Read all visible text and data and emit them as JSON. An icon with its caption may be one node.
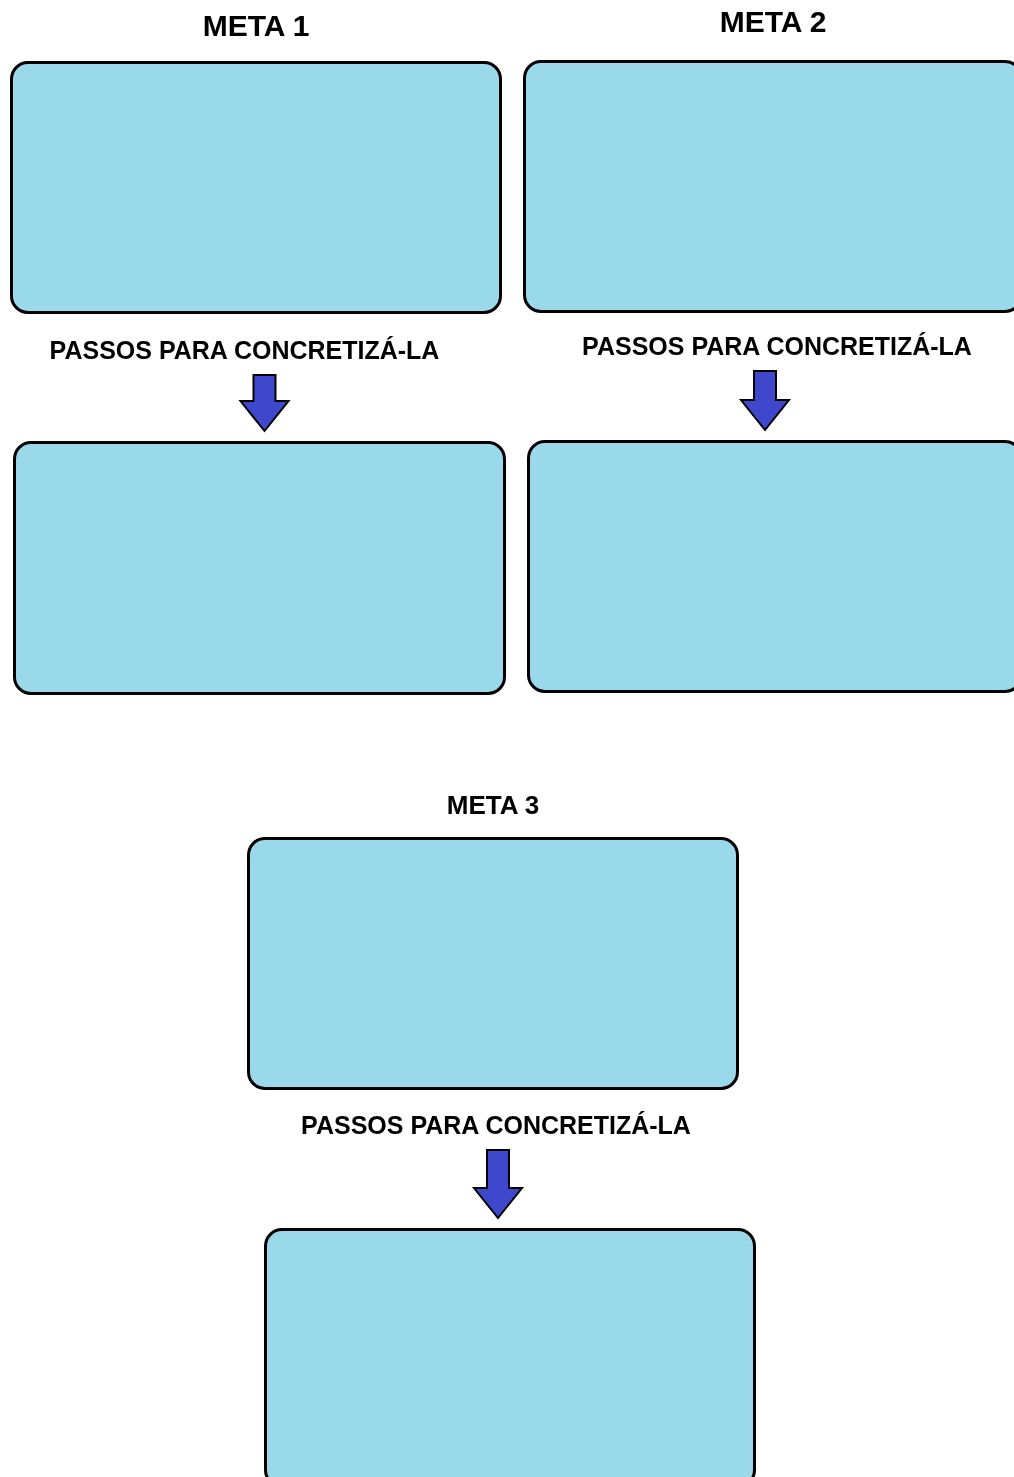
{
  "diagram": {
    "nodes": [
      {
        "text": [
          "META 1"
        ]
      },
      {
        "text": [
          "META 2"
        ]
      },
      {
        "text": [],
        "shape": "box"
      },
      {
        "text": [],
        "shape": "box"
      },
      {
        "text": [
          "META 3"
        ]
      },
      {
        "text": [],
        "shape": "box"
      }
    ],
    "edges": [
      {
        "from": 0,
        "to": 2,
        "arrow": "to",
        "label": "PASSOS PARA CONCRETIZÁ-LA"
      },
      {
        "from": 1,
        "to": 3,
        "arrow": "to",
        "label": "PASSOS PARA CONCRETIZÁ-LA"
      },
      {
        "from": 4,
        "to": 5,
        "arrow": "to",
        "label": "PASSOS PARA CONCRETIZÁ-LA"
      }
    ]
  }
}
